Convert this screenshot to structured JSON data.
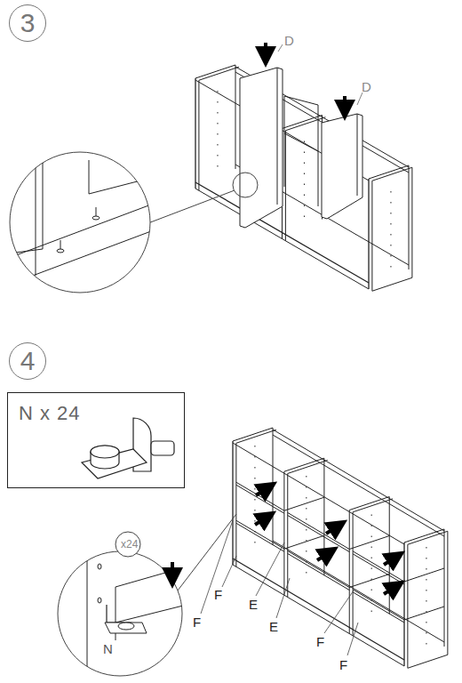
{
  "diagram": {
    "nodes": [
      {
        "text": [
          "3"
        ]
      },
      {
        "text": [
          "4"
        ]
      },
      {
        "text": [
          "N x 24"
        ]
      }
    ],
    "labels": [
      "D",
      "D",
      "x24",
      "N",
      "F",
      "F",
      "E",
      "E",
      "F",
      "F"
    ]
  }
}
